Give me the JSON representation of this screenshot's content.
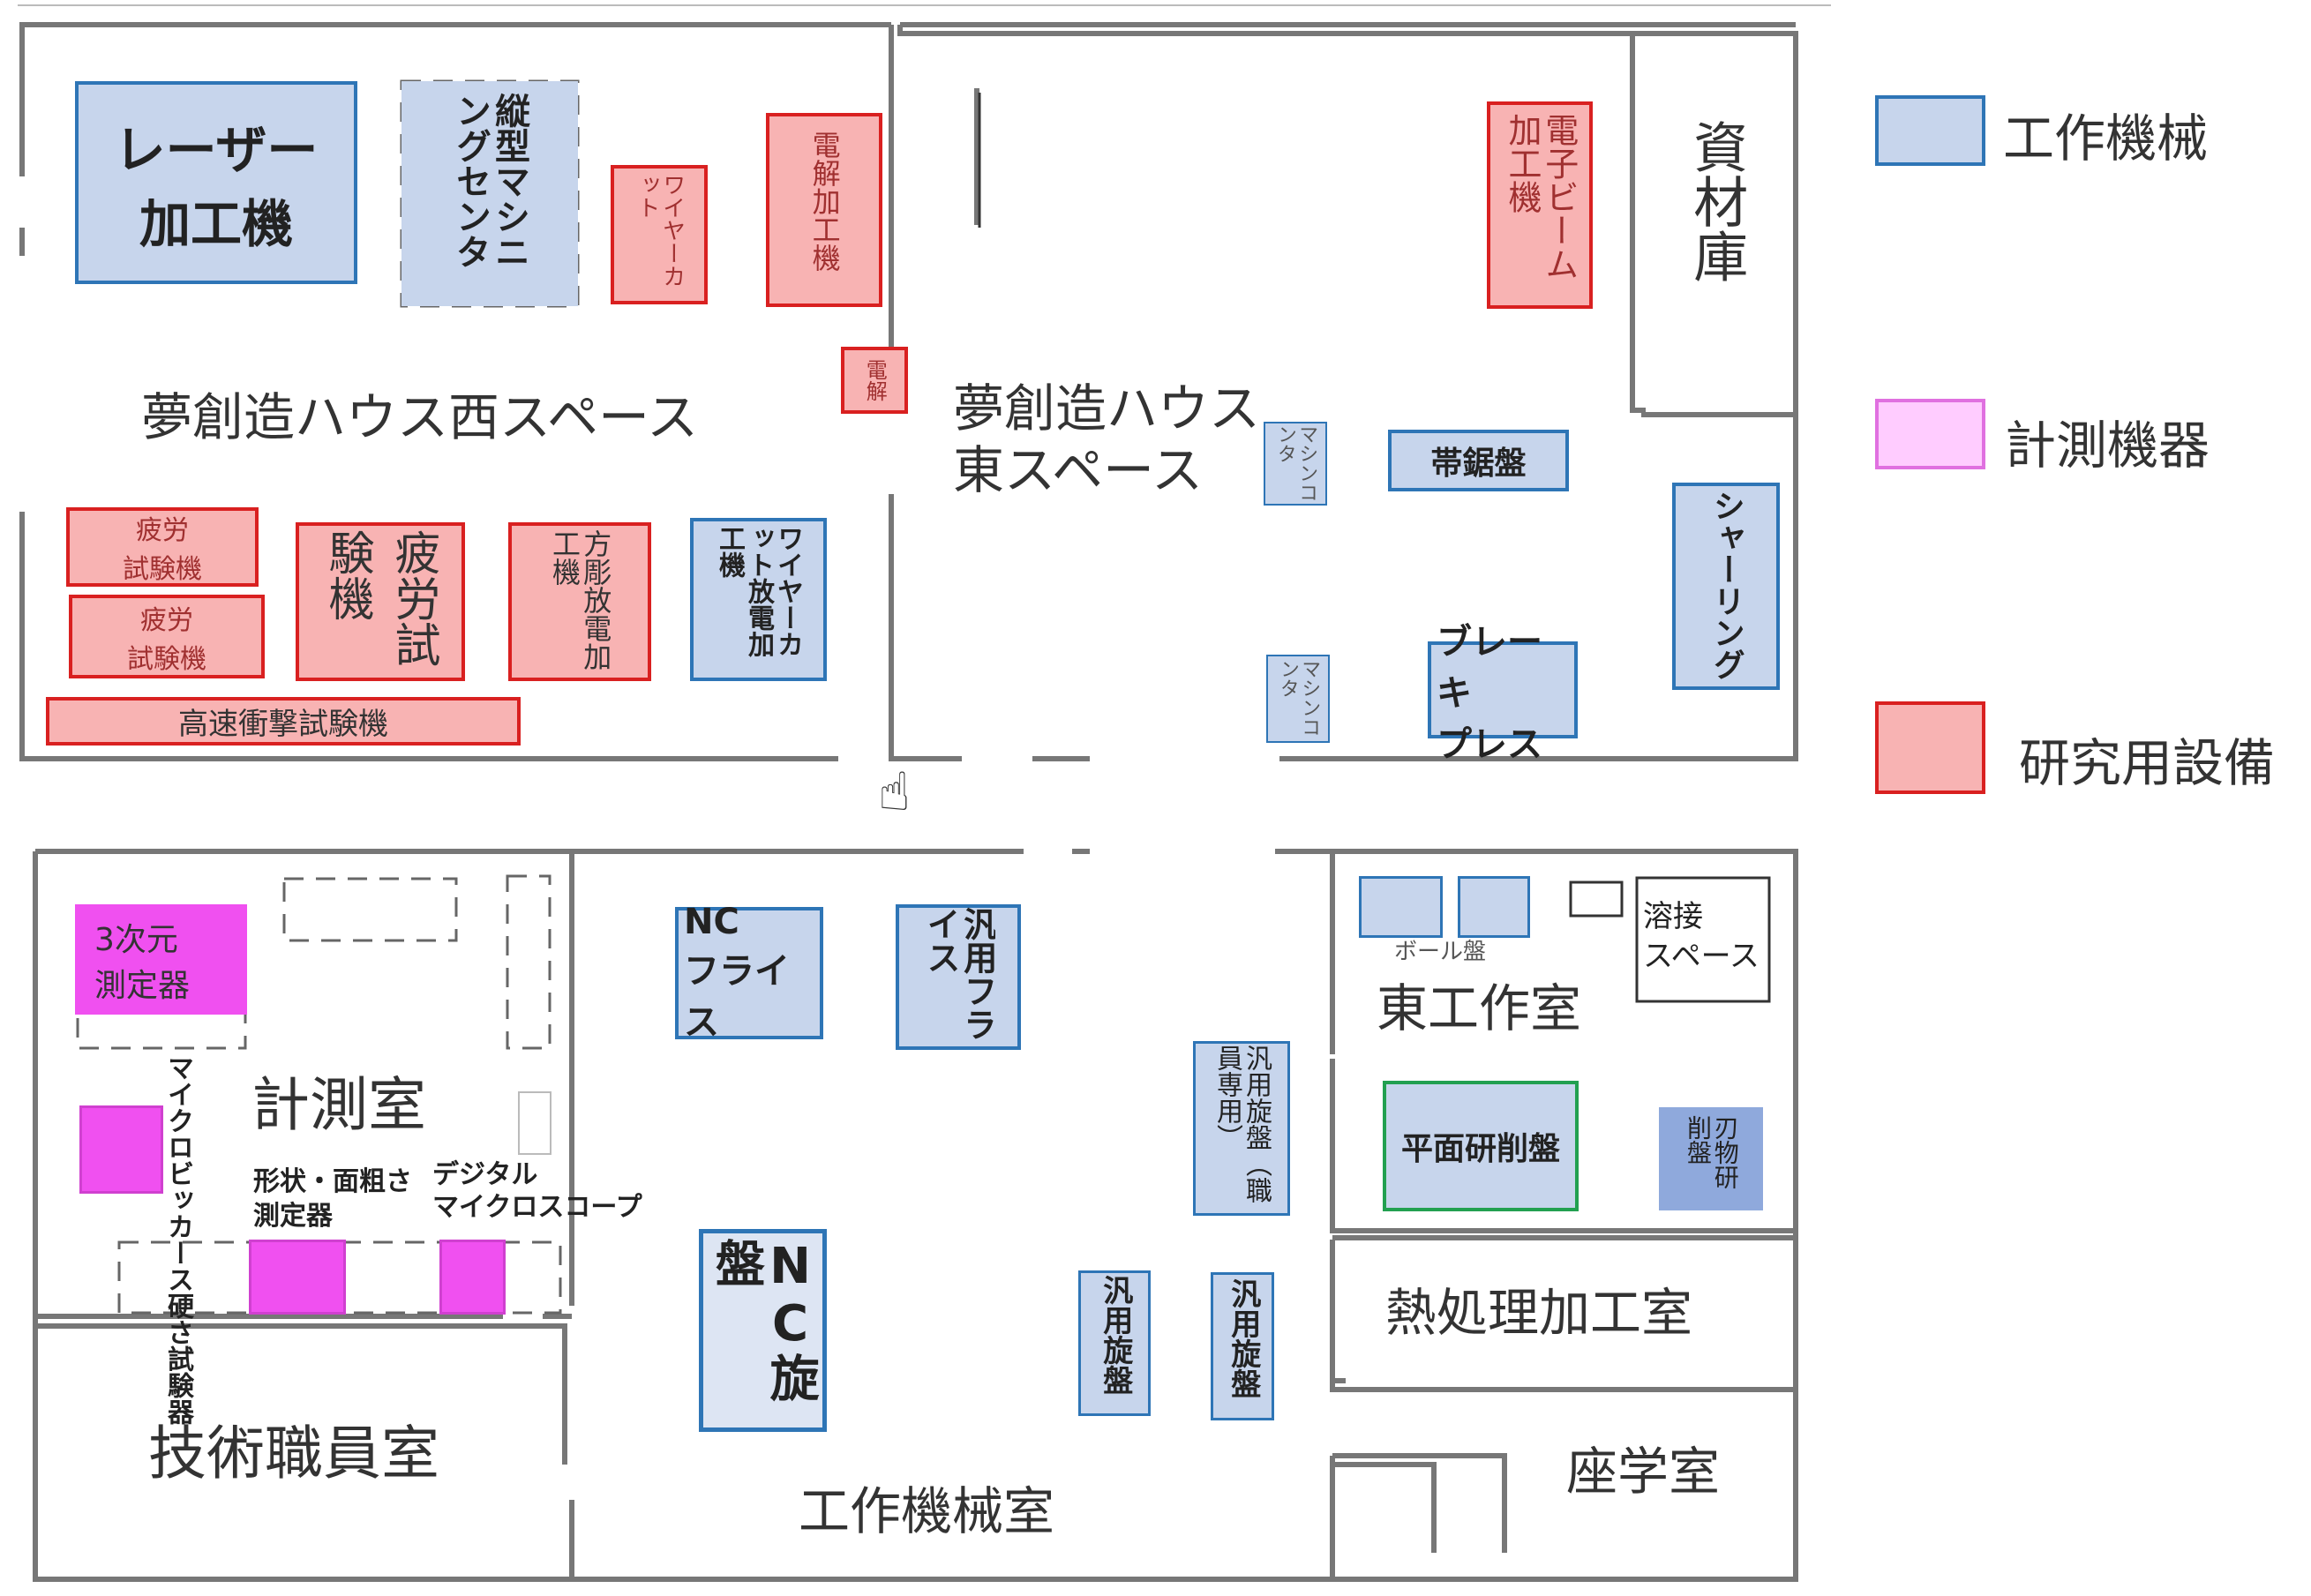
{
  "rooms": {
    "west_space": "夢創造ハウス西スペース",
    "east_space_l1": "夢創造ハウス",
    "east_space_l2": "東スペース",
    "storage": "資材庫",
    "measure_room": "計測室",
    "tech_staff_room": "技術職員室",
    "machine_room": "工作機械室",
    "east_workshop": "東工作室",
    "heat_treat_room": "熱処理加工室",
    "lecture_room": "座学室",
    "welding_space_l1": "溶接",
    "welding_space_l2": "スペース"
  },
  "equipment": {
    "laser_l1": "レーザー",
    "laser_l2": "加工機",
    "vertical_mc": "縦型マシニングセンタ",
    "wire_cut_1": "ワイヤーカット",
    "ecm": "電解加工機",
    "ecm_small": "電解",
    "ebm": "電子ビーム加工機",
    "fatigue_1_l1": "疲労",
    "fatigue_1_l2": "試験機",
    "fatigue_2_l1": "疲労",
    "fatigue_2_l2": "試験機",
    "fatigue_big": "疲労試験機",
    "shape_edm": "方彫放電加工機",
    "wire_edm": "ワイヤーカット放電加工機",
    "impact_tester": "高速衝撃試験機",
    "mc_small_1": "マシンコンタ",
    "mc_small_2": "マシンコンタ",
    "band_saw": "帯鋸盤",
    "shearing": "シャーリング",
    "brake_press_l1": "ブレーキ",
    "brake_press_l2": "プレス",
    "cmm_l1": "3次元",
    "cmm_l2": "測定器",
    "micro_vickers": "マイクロビッカース硬さ試験器",
    "shape_rough_l1": "形状・面粗さ",
    "shape_rough_l2": "測定器",
    "digital_micro_l1": "デジタル",
    "digital_micro_l2": "マイクロスコープ",
    "nc_mill_l1": "NC",
    "nc_mill_l2": "フライス",
    "gen_mill": "汎用フライス",
    "nc_lathe": "NC旋盤",
    "lathe_staff": "汎用旋盤（職員専用）",
    "lathe_1": "汎用旋盤",
    "lathe_2": "汎用旋盤",
    "ball_board": "ボール盤",
    "surface_grinder": "平面研削盤",
    "tool_grinder": "刃物研削盤"
  },
  "legend": [
    {
      "label": "工作機械",
      "fill": "#c7d5ec",
      "stroke": "#2e75b6"
    },
    {
      "label": "計測機器",
      "fill": "#ffccff",
      "stroke": "#e070e0"
    },
    {
      "label": "研究用設備",
      "fill": "#f8b3b3",
      "stroke": "#d92020"
    }
  ],
  "colors": {
    "machine": "#c7d5ec",
    "measure": "#f050f0",
    "research": "#f8b3b3"
  }
}
